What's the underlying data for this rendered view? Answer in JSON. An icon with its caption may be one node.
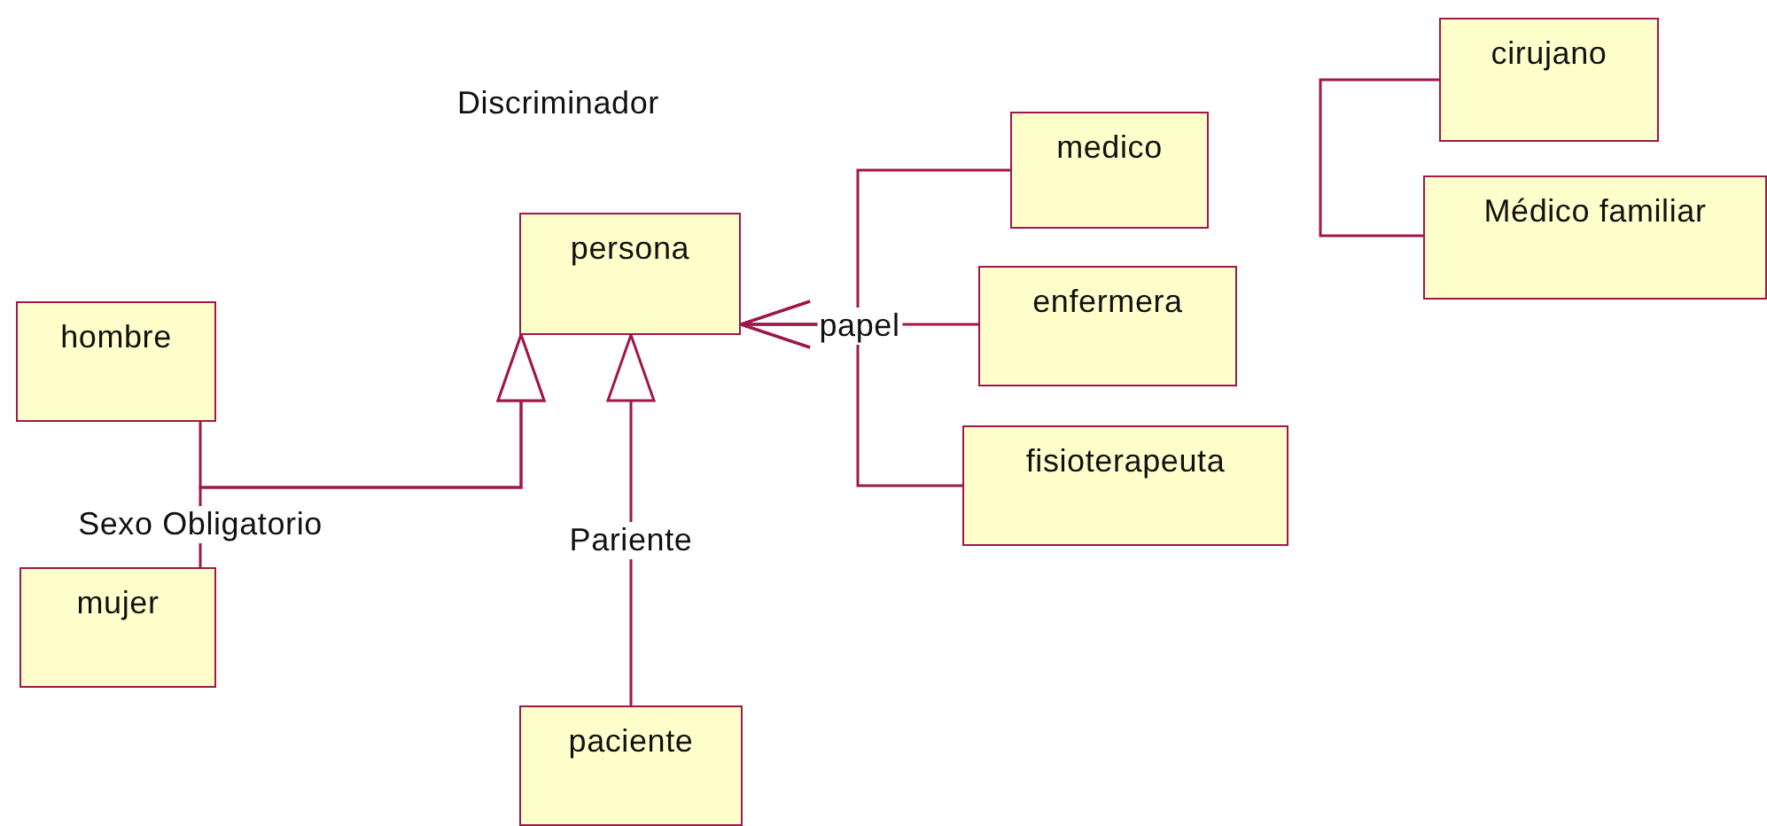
{
  "diagram": {
    "nodes": [
      {
        "text": [
          "persona"
        ]
      },
      {
        "text": [
          "hombre"
        ]
      },
      {
        "text": [
          "mujer"
        ]
      },
      {
        "text": [
          "paciente"
        ]
      },
      {
        "text": [
          "medico"
        ]
      },
      {
        "text": [
          "enfermera"
        ]
      },
      {
        "text": [
          "fisioterapeuta"
        ]
      },
      {
        "text": [
          "cirujano"
        ]
      },
      {
        "text": [
          "Médico familiar"
        ]
      }
    ],
    "edges": [
      {
        "from": 1,
        "to": 0,
        "arrow": "to"
      },
      {
        "from": 2,
        "to": 0,
        "arrow": "to",
        "label": "Sexo Obligatorio"
      },
      {
        "from": 3,
        "to": 0,
        "arrow": "to",
        "label": "Pariente"
      },
      {
        "from": 4,
        "to": 0,
        "arrow": "to"
      },
      {
        "from": 5,
        "to": 0,
        "arrow": "to",
        "label": "papel"
      },
      {
        "from": 6,
        "to": 0,
        "arrow": "to"
      },
      {
        "from": 7,
        "to": 8,
        "arrow": "none"
      }
    ],
    "labels": [
      "Discriminador"
    ]
  }
}
